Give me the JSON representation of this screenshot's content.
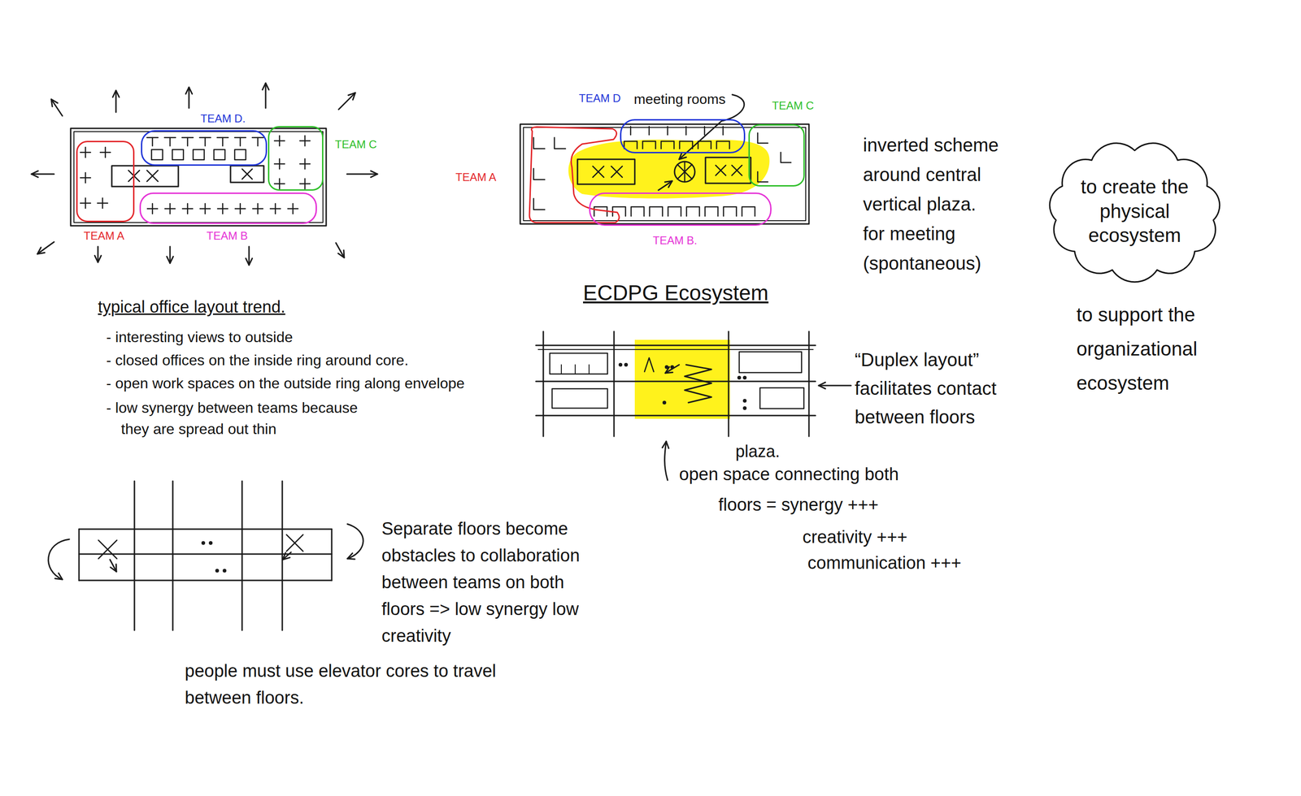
{
  "diagram": {
    "nodes": [
      {
        "text": [
          "TEAM D."
        ]
      },
      {
        "text": [
          "TEAM C"
        ]
      },
      {
        "text": [
          "TEAM A"
        ]
      },
      {
        "text": [
          "TEAM B"
        ]
      },
      {
        "text": [
          "TEAM D"
        ]
      },
      {
        "text": [
          "TEAM C"
        ]
      },
      {
        "text": [
          "TEAM A"
        ]
      },
      {
        "text": [
          "TEAM B."
        ]
      },
      {
        "text": [
          "to create the physical ecosystem"
        ]
      }
    ],
    "labels": [
      "typical office layout trend.",
      "- interesting views to outside",
      "- closed offices on the inside ring around core.",
      "- open work spaces on the outside ring along envelope",
      "- low synergy between teams because they are spread out thin",
      "meeting rooms",
      "inverted scheme around central vertical plaza.",
      "for meeting (spontaneous)",
      "to support the organizational ecosystem",
      "ECDPG Ecosystem",
      "“Duplex layout” facilitates contact between floors",
      "plaza.",
      "open space connecting both",
      "floors = synergy +++",
      "creativity +++",
      "communication +++",
      "Separate floors become obstacles to collaboration between teams on both floors => low synergy low creativity",
      "people must use elevator cores to travel between floors."
    ]
  }
}
